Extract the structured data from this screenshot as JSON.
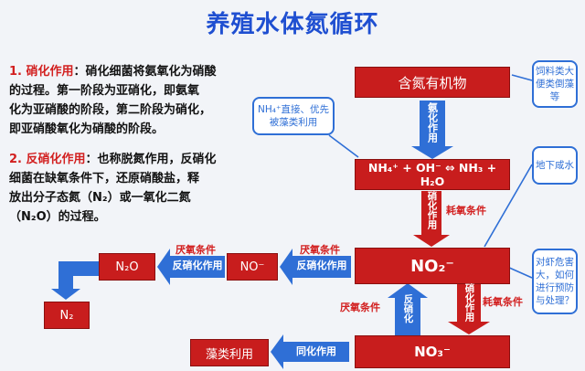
{
  "title": "养殖水体氮循环",
  "descriptions": {
    "nitrification": {
      "num": "1.",
      "keyword": "硝化作用",
      "colon": "：",
      "line1": "硝化细菌将氨氧化为硝酸",
      "line2": "的过程。第一阶段为亚硝化，即氨氧",
      "line3": "化为亚硝酸的阶段，第二阶段为硝化，",
      "line4": "即亚硝酸氧化为硝酸的阶段。"
    },
    "denitrification": {
      "num": "2.",
      "keyword": "反硝化作用",
      "colon": "：",
      "line1": "也称脱氮作用，反硝化",
      "line2": "细菌在缺氧条件下，还原硝酸盐，释",
      "line3": "放出分子态氮（N₂）或一氧化二氮",
      "line4": "（N₂O）的过程。"
    }
  },
  "nodes": {
    "organic": "含氮有机物",
    "ammonia": "NH₄⁺ + OH⁻ ⇔ NH₃ + H₂O",
    "nitrite": "NO₂⁻",
    "nitrate": "NO₃⁻",
    "no": "NO⁻",
    "n2o": "N₂O",
    "n2": "N₂",
    "algae": "藻类利用"
  },
  "arrow_labels": {
    "ammonification": "氨化作用",
    "nitrification_top": "硝化作用",
    "oxygen_consumption_top": "耗氧条件",
    "anoxic_1": "厌氧条件",
    "denitrification_1": "反硝化作用",
    "anoxic_2": "厌氧条件",
    "denitrification_2": "反硝化作用",
    "anoxic_3": "厌氧条件",
    "denitrification_vertical": "反硝化",
    "nitrification_bottom": "硝化作用",
    "oxygen_consumption_bottom": "耗氧条件",
    "assimilation": "同化作用"
  },
  "callouts": {
    "nh4": "NH₄⁺直接、优先被藻类利用",
    "feed": "饲料类大便类倒藻等",
    "groundwater": "地下咸水",
    "shrimp": "对虾危害大，如何进行预防与处理？"
  },
  "colors": {
    "title": "#1f4fd1",
    "node_red": "#c81d1d",
    "arrow_blue": "#2f6fd6",
    "label_red": "#d21f1f"
  }
}
